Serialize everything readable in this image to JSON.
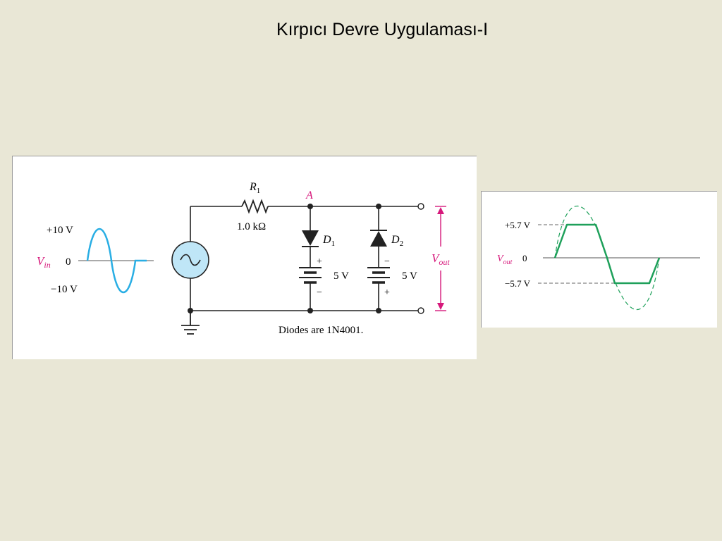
{
  "slide": {
    "title": "Kırpıcı Devre Uygulaması-I"
  },
  "input_waveform": {
    "plus_label": "+10 V",
    "zero_label": "0",
    "minus_label": "−10 V",
    "vin_main": "V",
    "vin_sub": "in"
  },
  "circuit": {
    "resistor_name": "R",
    "resistor_sub": "1",
    "resistor_value": "1.0 kΩ",
    "node_a": "A",
    "d1_name": "D",
    "d1_sub": "1",
    "d2_name": "D",
    "d2_sub": "2",
    "battery1_voltage": "5 V",
    "battery2_voltage": "5 V",
    "battery1_plus": "+",
    "battery1_minus": "−",
    "battery2_minus": "−",
    "battery2_plus": "+",
    "vout_main": "V",
    "vout_sub": "out",
    "note": "Diodes are 1N4001."
  },
  "output_waveform": {
    "plus_label": "+5.7 V",
    "zero_label": "0",
    "minus_label": "−5.7 V",
    "vout_main": "V",
    "vout_sub": "out"
  },
  "colors": {
    "input_wave": "#29aee4",
    "output_wave": "#1ea05a",
    "label_magenta": "#d6187b",
    "source_fill": "#bfe6f7"
  }
}
